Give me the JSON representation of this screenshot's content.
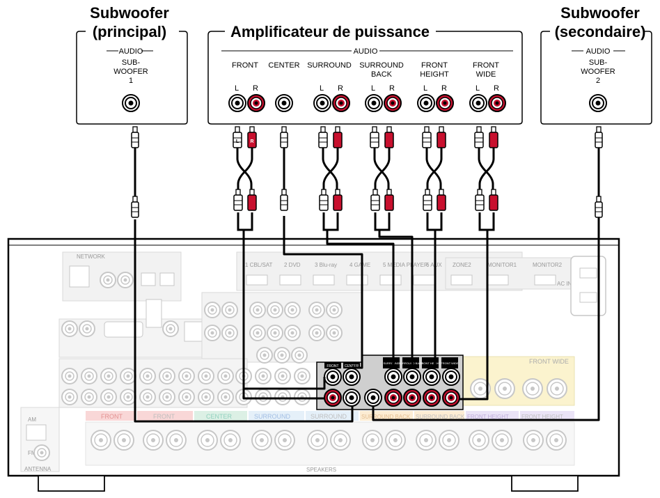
{
  "groups": {
    "sub1_title_line1": "Subwoofer",
    "sub1_title_line2": "(principal)",
    "amp_title": "Amplificateur de puissance",
    "sub2_title_line1": "Subwoofer",
    "sub2_title_line2": "(secondaire)"
  },
  "sub1_box": {
    "audio": "AUDIO",
    "line1": "SUB-",
    "line2": "WOOFER",
    "line3": "1"
  },
  "sub2_box": {
    "audio": "AUDIO",
    "line1": "SUB-",
    "line2": "WOOFER",
    "line3": "2"
  },
  "amp_box": {
    "audio": "AUDIO",
    "channels": [
      {
        "line1": "FRONT",
        "line2": "",
        "l": "L",
        "r": "R"
      },
      {
        "line1": "CENTER",
        "line2": "",
        "l": "",
        "r": ""
      },
      {
        "line1": "SURROUND",
        "line2": "",
        "l": "L",
        "r": "R"
      },
      {
        "line1": "SURROUND",
        "line2": "BACK",
        "l": "L",
        "r": "R"
      },
      {
        "line1": "FRONT",
        "line2": "HEIGHT",
        "l": "L",
        "r": "R"
      },
      {
        "line1": "FRONT",
        "line2": "WIDE",
        "l": "L",
        "r": "R"
      }
    ]
  },
  "plug_marks": {
    "left": "L",
    "right": "R"
  },
  "receiver": {
    "network": "NETWORK",
    "hdmi_inputs": [
      "1 CBL/SAT",
      "2 DVD",
      "3 Blu-ray",
      "4 GAME",
      "5 MEDIA PLAYER",
      "6 AUX"
    ],
    "zone2": "ZONE2",
    "monitor1": "MONITOR1",
    "monitor2": "MONITOR2",
    "ac_in": "AC IN",
    "preout_labels": [
      "FRONT",
      "CENTER",
      "SURROUND",
      "SURROUND BACK",
      "FRONT HEIGHT",
      "FRONT WIDE"
    ],
    "front_wide_label": "FRONT WIDE",
    "speaker_strip": [
      "FRONT",
      "FRONT",
      "CENTER",
      "SURROUND",
      "SURROUND",
      "SURROUND BACK",
      "SURROUND BACK",
      "FRONT HEIGHT",
      "FRONT HEIGHT"
    ],
    "speakers": "SPEAKERS",
    "antenna": "ANTENNA",
    "fm": "FM",
    "am": "AM"
  },
  "colors": {
    "red_jack": "#c8102e",
    "front_strip": "#f4b7b7",
    "center_strip": "#bfe3cf",
    "surround_strip": "#cfe3f5",
    "surround_back_strip": "#f9dcb0",
    "front_height_strip": "#d9cdef",
    "front_wide_strip": "#f7e9a6"
  }
}
